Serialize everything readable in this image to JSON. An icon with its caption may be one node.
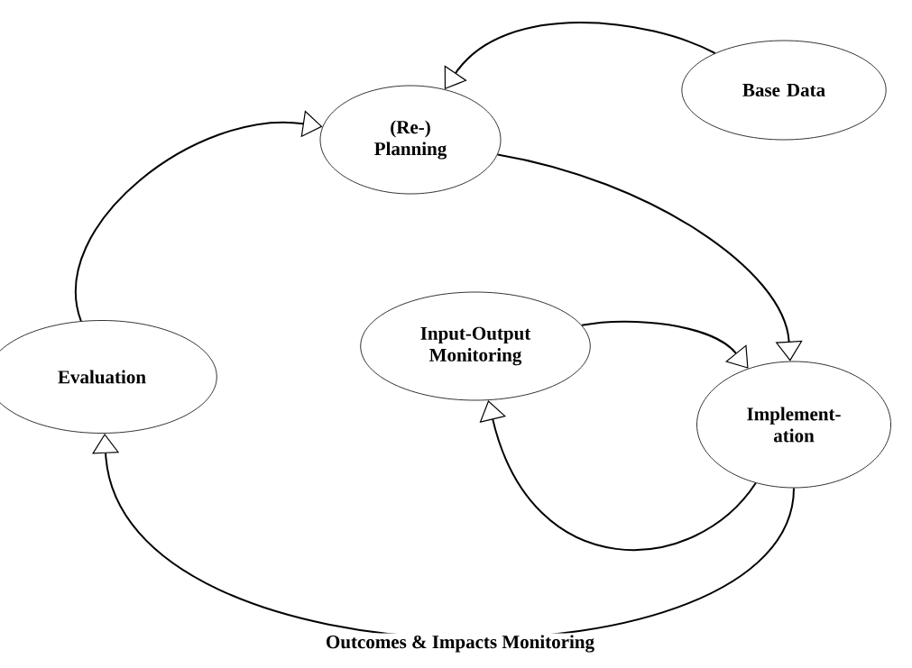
{
  "diagram": {
    "nodes": [
      {
        "text": [
          "Base Data"
        ]
      },
      {
        "text": [
          "(Re-) Planning"
        ]
      },
      {
        "text": [
          "Input-Output Monitoring"
        ]
      },
      {
        "text": [
          "Evaluation"
        ]
      },
      {
        "text": [
          "Implement- ation"
        ]
      }
    ],
    "edges": [
      {
        "from": 0,
        "to": 1,
        "arrow": "to"
      },
      {
        "from": 1,
        "to": 4,
        "arrow": "to"
      },
      {
        "from": 2,
        "to": 4,
        "arrow": "to"
      },
      {
        "from": 4,
        "to": 2,
        "arrow": "to"
      },
      {
        "from": 4,
        "to": 3,
        "arrow": "to",
        "label": "Outcomes & Impacts Monitoring"
      },
      {
        "from": 3,
        "to": 1,
        "arrow": "to"
      }
    ]
  }
}
